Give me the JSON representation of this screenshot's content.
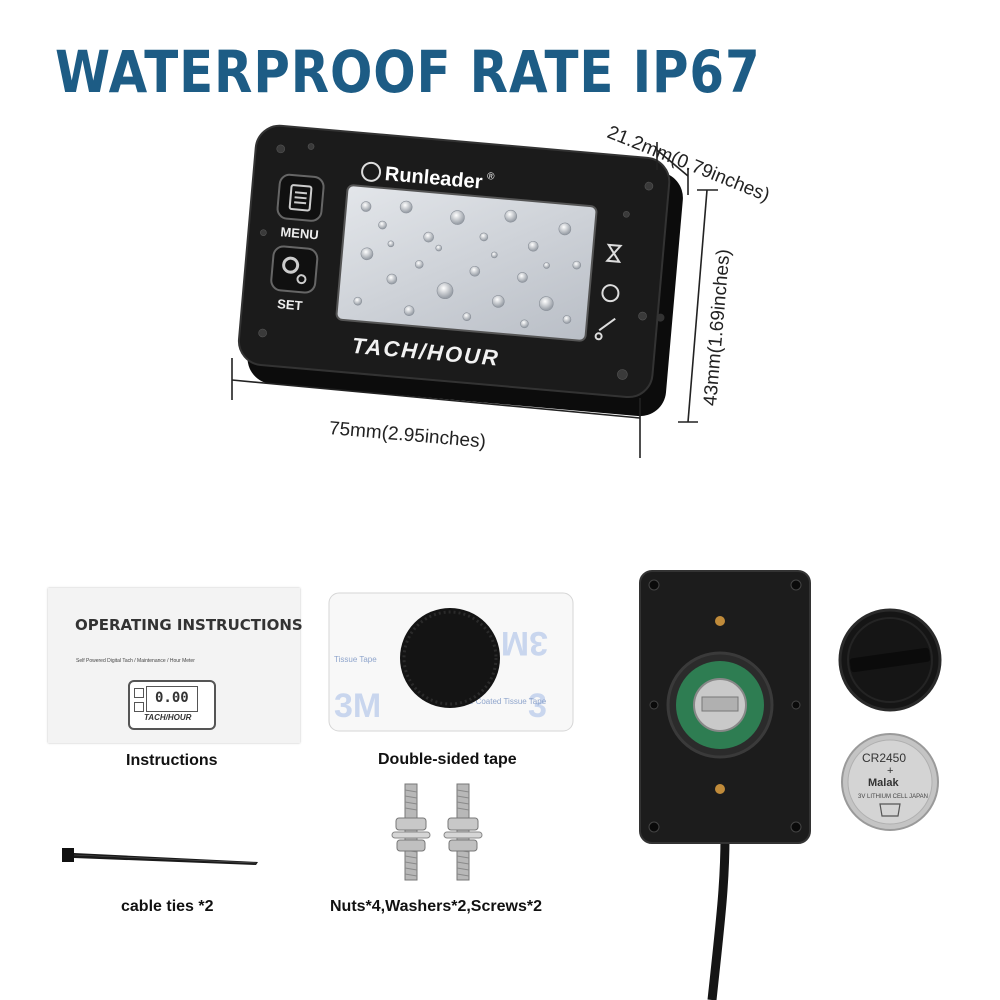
{
  "headline": "WATERPROOF RATE IP67",
  "device": {
    "brand": "Runleader",
    "brand_mark": "®",
    "model_text": "TACH/HOUR",
    "menu_label": "MENU",
    "set_label": "SET"
  },
  "dimensions": {
    "depth": "21.2mm(0.79inches)",
    "height": "43mm(1.69inches)",
    "width": "75mm(2.95inches)"
  },
  "accessories": {
    "instructions": {
      "heading": "OPERATING INSTRUCTIONS",
      "subheading": "Self Powered Digital Tach / Maintenance / Hour Meter",
      "model_text": "TACH/HOUR",
      "display_value": "0.00",
      "caption": "Instructions"
    },
    "tape": {
      "caption": "Double-sided tape"
    },
    "cable_ties": {
      "caption": "cable ties *2"
    },
    "hardware": {
      "caption": "Nuts*4,Washers*2,Screws*2"
    },
    "battery": {
      "model": "CR2450",
      "brand": "Malak",
      "polarity": "+",
      "subtext": "3V LITHIUM CELL JAPAN"
    }
  },
  "colors": {
    "headline": "#1d5c85",
    "device_body": "#1b1b1b",
    "screen": "#cfd3d8"
  }
}
